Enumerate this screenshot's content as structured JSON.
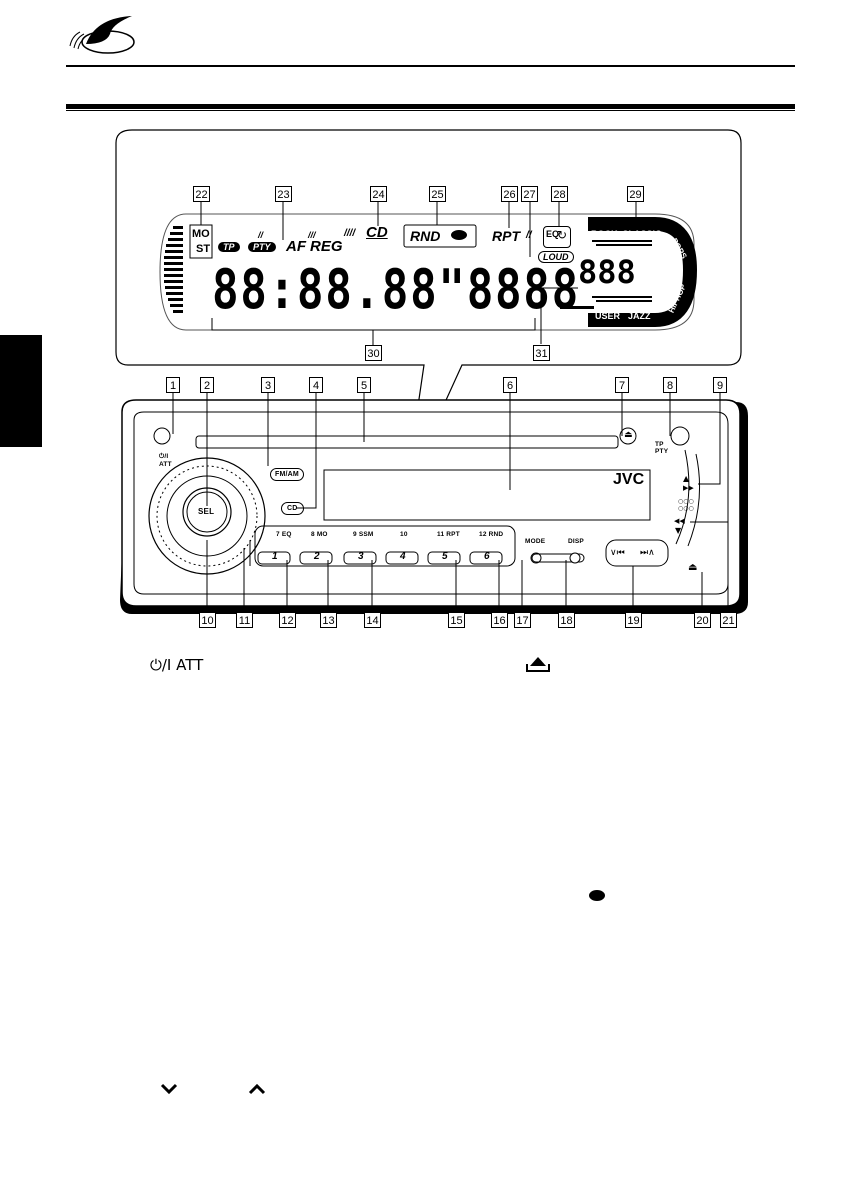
{
  "display": {
    "mo": "MO",
    "st": "ST",
    "tp": "TP",
    "pty": "PTY",
    "af": "AF",
    "reg": "REG",
    "cd": "CD",
    "rnd": "RND",
    "rpt": "RPT",
    "eq": "EQ",
    "loud": "LOUD",
    "eq_presets": [
      "ROCK",
      "CLASSIC",
      "POPS",
      "HIPHOP",
      "JAZZ",
      "USER"
    ],
    "main_segments": "88:88.88\"8888",
    "small_segments": "888"
  },
  "unit": {
    "power_label": "⏻/I\nATT",
    "fmam": "FM/AM",
    "sel": "SEL",
    "cd": "CD",
    "brand": "JVC",
    "tp_pty": "TP\nPTY",
    "preset_labels": [
      "7 EQ",
      "8 MO",
      "9 SSM",
      "10",
      "11 RPT",
      "12 RND"
    ],
    "preset_numbers": [
      "1",
      "2",
      "3",
      "4",
      "5",
      "6"
    ],
    "mode": "MODE",
    "disp": "DISP"
  },
  "callouts": {
    "top": [
      "1",
      "2",
      "3",
      "4",
      "5",
      "6",
      "7",
      "8",
      "9"
    ],
    "bottom": [
      "10",
      "11",
      "12",
      "13",
      "14",
      "15",
      "16",
      "17",
      "18",
      "19",
      "20",
      "21"
    ],
    "display": [
      "22",
      "23",
      "24",
      "25",
      "26",
      "27",
      "28",
      "29",
      "30",
      "31"
    ]
  },
  "legend": {
    "power_att": "⏻/I ATT",
    "eject_icon": "eject-icon",
    "disc_icon": "disc-icon",
    "down_icon": "chevron-down-icon",
    "up_icon": "chevron-up-icon"
  }
}
